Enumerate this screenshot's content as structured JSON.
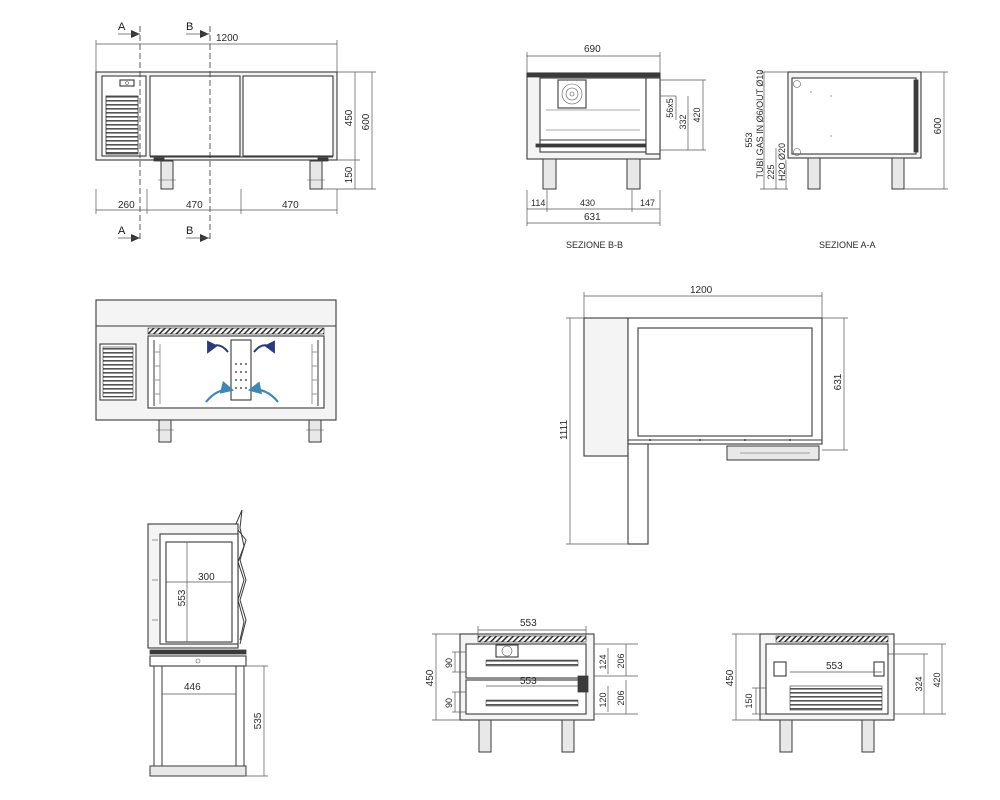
{
  "front_view": {
    "overall_width": "1200",
    "height_total": "600",
    "height_cabinet": "450",
    "height_legs": "150",
    "width_unit": "260",
    "width_door_1": "470",
    "width_door_2": "470",
    "section_a": "A",
    "section_b": "B"
  },
  "section_b": {
    "width_top": "690",
    "width_bottom": "631",
    "width_left": "114",
    "width_mid": "430",
    "width_right": "147",
    "h_1": "56x5",
    "h_2": "332",
    "h_3": "420",
    "caption": "SEZIONE B-B"
  },
  "section_a": {
    "depth": "553",
    "gas_pipes": "TUBI GAS IN Ø6/OUT Ø10",
    "h_225": "225",
    "water": "H2O Ø20",
    "height": "600",
    "caption": "SEZIONE A-A"
  },
  "top_view": {
    "width": "1200",
    "depth": "631",
    "total_depth": "1111"
  },
  "side_detail": {
    "inner_height": "553",
    "inner_width": "300",
    "width": "446",
    "leg_height": "535"
  },
  "drawer_view": {
    "inner_width_top": "553",
    "inner_width_mid": "553",
    "height": "450",
    "drawer_top": "90",
    "drawer_bottom": "90",
    "d_124": "124",
    "d_206a": "206",
    "d_120": "120",
    "d_206b": "206"
  },
  "tray_view": {
    "inner_width": "553",
    "height": "450",
    "h_150": "150",
    "h_324": "324",
    "h_420": "420"
  },
  "colors": {
    "line": "#3a3a3a",
    "airflow_blue": "#3f87b8",
    "airflow_navy": "#2a3a7a"
  }
}
